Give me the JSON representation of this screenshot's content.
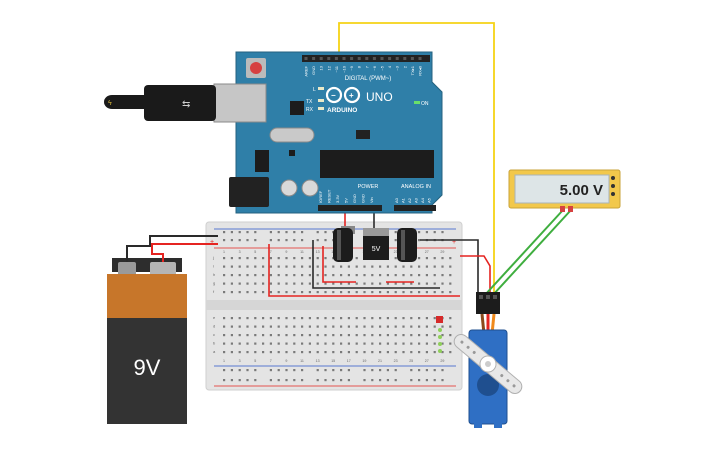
{
  "arduino": {
    "brand": "ARDUINO",
    "model": "UNO",
    "digital_label": "DIGITAL (PWM~)",
    "power_label": "POWER",
    "analog_label": "ANALOG IN",
    "on_label": "ON",
    "l_label": "L",
    "tx_label": "TX",
    "rx_label": "RX",
    "top_pins": [
      "AREF",
      "GND",
      "13",
      "12",
      "~11",
      "~10",
      "~9",
      "8",
      "7",
      "~6",
      "~5",
      "4",
      "~3",
      "2",
      "TX▸1",
      "RX◂0"
    ],
    "power_pins": [
      "IOREF",
      "RESET",
      "3.3V",
      "5V",
      "GND",
      "GND",
      "Vin"
    ],
    "analog_pins": [
      "A0",
      "A1",
      "A2",
      "A3",
      "A4",
      "A5"
    ],
    "colors": {
      "board": "#2f7fa8",
      "board_dark": "#24627f"
    }
  },
  "regulator": {
    "label": "5V"
  },
  "battery": {
    "label": "9V",
    "colors": {
      "top": "#c7762a",
      "body": "#333333"
    }
  },
  "multimeter": {
    "reading": "5.00 V",
    "colors": {
      "frame": "#f2c84b",
      "screen": "#dde5e7"
    }
  },
  "breadboard": {
    "row_numbers": [
      "1",
      "2",
      "3",
      "4",
      "5",
      "6",
      "7",
      "8",
      "9",
      "10",
      "11",
      "12",
      "13",
      "14",
      "15",
      "16",
      "17",
      "18",
      "19",
      "20",
      "21",
      "22",
      "23",
      "24",
      "25",
      "26",
      "27",
      "28",
      "29",
      "30"
    ],
    "col_letters_top": [
      "j",
      "i",
      "h",
      "g",
      "f"
    ],
    "col_letters_bottom": [
      "e",
      "d",
      "c",
      "b",
      "a"
    ]
  },
  "wire_colors": {
    "red": "#e52421",
    "black": "#2a2a2a",
    "yellow": "#f5d315",
    "green": "#3fae3f",
    "orange": "#f08a1c"
  },
  "servo": {
    "colors": {
      "body": "#2f6fc4",
      "horn": "#e8e8e8"
    }
  }
}
